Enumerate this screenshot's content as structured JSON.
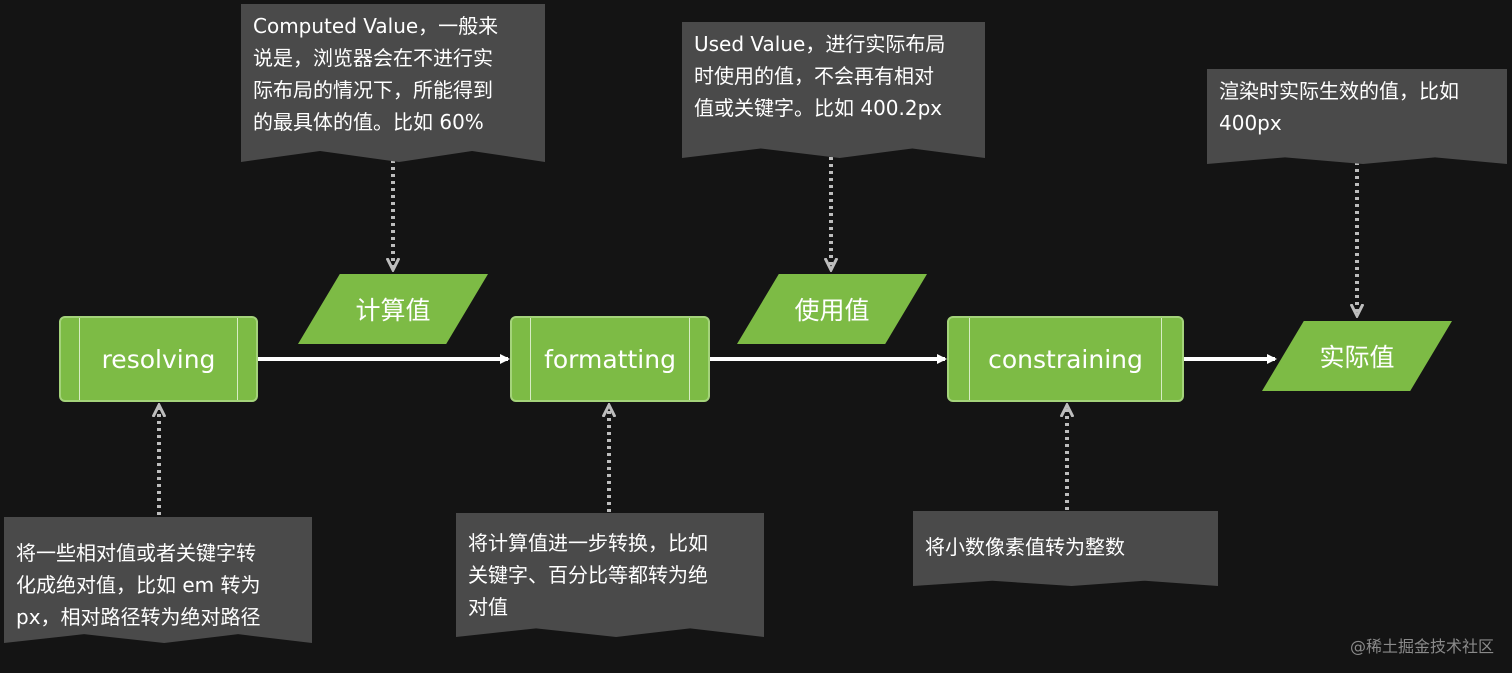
{
  "processes": {
    "resolving": "resolving",
    "formatting": "formatting",
    "constraining": "constraining"
  },
  "values": {
    "computed": "计算值",
    "used": "使用值",
    "actual": "实际值"
  },
  "notes": {
    "computed": "Computed Value，一般来\n说是，浏览器会在不进行实\n际布局的情况下，所能得到\n的最具体的值。比如 60%",
    "used": "Used Value，进行实际布局\n时使用的值，不会再有相对\n值或关键字。比如 400.2px",
    "actual": "渲染时实际生效的值，比如\n400px",
    "resolving": "将一些相对值或者关键字转\n化成绝对值，比如 em 转为\npx，相对路径转为绝对路径",
    "formatting": "将计算值进一步转换，比如\n关键字、百分比等都转为绝\n对值",
    "constraining": "将小数像素值转为整数"
  },
  "watermark": "@稀土掘金技术社区",
  "colors": {
    "background": "#141414",
    "green": "#7dbb45",
    "note_bg": "#4a4a4a",
    "connector": "#bdbdbd",
    "arrow": "#ffffff"
  }
}
